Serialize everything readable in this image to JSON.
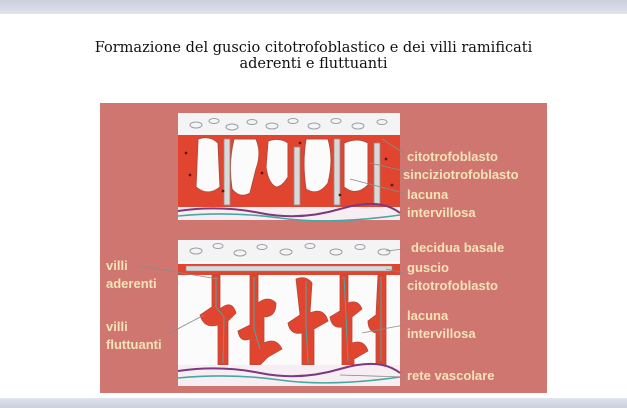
{
  "slide": {
    "title_line1": "Formazione del guscio citotrofoblastico e dei villi ramificati",
    "title_line2": "aderenti e fluttuanti"
  },
  "figure": {
    "top_labels": {
      "citotrofoblasto": "citotrofoblasto",
      "sinciziotrofoblasto": "sinciziotrofoblasto",
      "lacuna_line1": "lacuna",
      "lacuna_line2": "intervillosa"
    },
    "bottom_labels": {
      "decidua": "decidua basale",
      "guscio_line1": "guscio",
      "guscio_line2": "citotrofoblasto",
      "lacuna_line1": "lacuna",
      "lacuna_line2": "intervillosa",
      "rete": "rete vascolare"
    },
    "left_labels": {
      "aderenti_line1": "villi",
      "aderenti_line2": "aderenti",
      "fluttuanti_line1": "villi",
      "fluttuanti_line2": "fluttuanti"
    }
  },
  "colors": {
    "panel_bg": "#d07670",
    "label_text": "#f3e3b6",
    "tissue_red": "#e2452f",
    "lacuna_white": "#fbfbfb",
    "vessel_purple": "#7b3a7e",
    "vessel_teal": "#4aa7a0"
  }
}
